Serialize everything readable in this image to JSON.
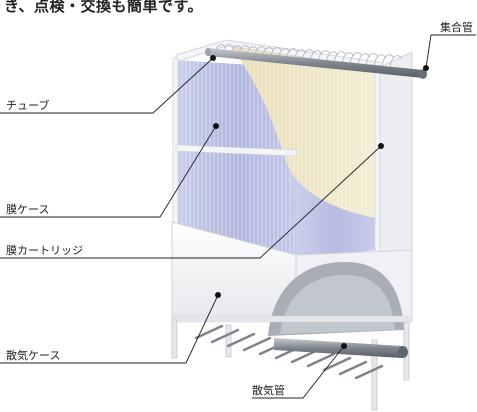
{
  "caption": "き、点検・交換も簡単です。",
  "labels": {
    "header": "集合管",
    "tube": "チューブ",
    "membrane_case": "膜ケース",
    "membrane_cartridge": "膜カートリッジ",
    "aeration_case": "散気ケース",
    "aeration_pipe": "散気管"
  },
  "colors": {
    "membrane_blue": "#b7bde2",
    "membrane_cream": "#efe6c5",
    "frame_white": "#f2f3f5",
    "header_pipe": "#8f949b",
    "leader_line": "#222222"
  }
}
